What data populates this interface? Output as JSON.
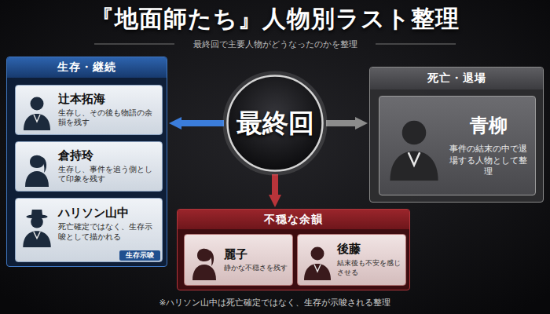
{
  "diagram": {
    "title": "『地面師たち』人物別ラスト整理",
    "caption": "※ハリソン山中は死亡確定ではなく、生存が示唆される整理",
    "nodes": [
      {
        "text": [
          "生存・継続"
        ]
      },
      {
        "text": [
          "辻本拓海",
          "生存し、その後も物語の余韻を残す"
        ],
        "in": 0
      },
      {
        "text": [
          "倉持玲",
          "生存し、事件を追う側として印象を残す"
        ],
        "in": 0
      },
      {
        "text": [
          "ハリソン山中",
          "死亡確定ではなく、生存示唆として描かれる"
        ],
        "in": 0
      },
      {
        "text": [
          "生存示唆"
        ],
        "in": 3
      },
      {
        "text": [
          "最終回"
        ]
      },
      {
        "text": [
          "死亡・退場"
        ]
      },
      {
        "text": [
          "青柳",
          "事件の結末の中で退場する人物として整理"
        ],
        "in": 6
      },
      {
        "text": [
          "不穏な余韻"
        ]
      },
      {
        "text": [
          "麗子",
          "静かな不穏さを残す"
        ],
        "in": 8
      },
      {
        "text": [
          "後藤",
          "結末後も不安を感じさせる"
        ],
        "in": 8
      }
    ],
    "edges": [
      {
        "from": 5,
        "to": 0,
        "arrow": "to"
      },
      {
        "from": 5,
        "to": 6,
        "arrow": "to"
      },
      {
        "from": 5,
        "to": 8,
        "arrow": "to"
      }
    ],
    "labels": [
      "最終回で主要人物がどうなったのかを整理"
    ]
  }
}
